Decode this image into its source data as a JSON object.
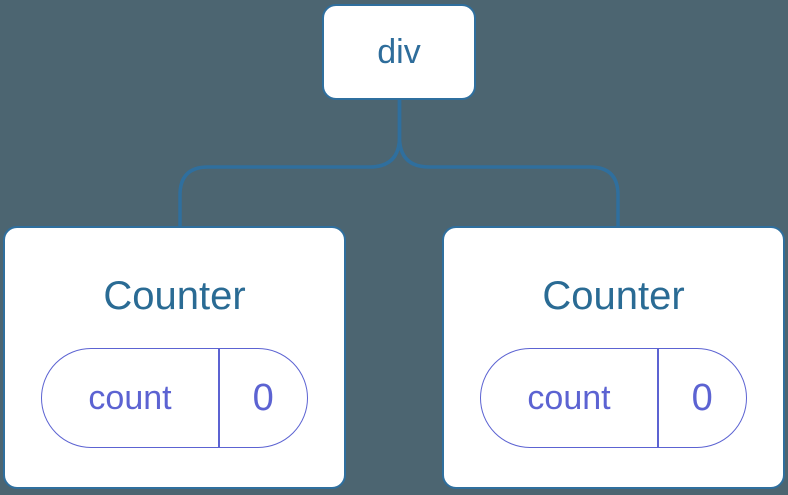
{
  "colors": {
    "background": "#4C6571",
    "line_blue": "#2F6F9E",
    "node_border_blue": "#2F6F9E",
    "div_text_blue": "#2E6D9B",
    "counter_text_blue": "#2A6B94",
    "state_purple": "#5C63D2",
    "card_white": "#FFFFFF"
  },
  "tree": {
    "root": {
      "label": "div"
    },
    "children": [
      {
        "title": "Counter",
        "state_key": "count",
        "state_value": "0"
      },
      {
        "title": "Counter",
        "state_key": "count",
        "state_value": "0"
      }
    ]
  }
}
